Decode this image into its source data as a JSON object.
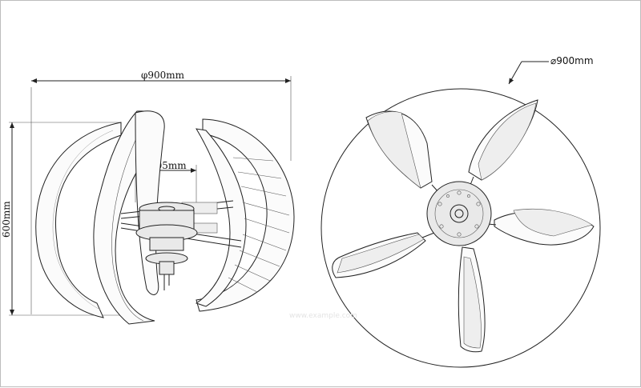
{
  "side_view": {
    "width_dimension": "φ900mm",
    "hub_dimension": "205mm",
    "height_dimension": "600mm"
  },
  "front_view": {
    "diameter_dimension": "⌀900mm"
  },
  "watermark": "www.example.com"
}
